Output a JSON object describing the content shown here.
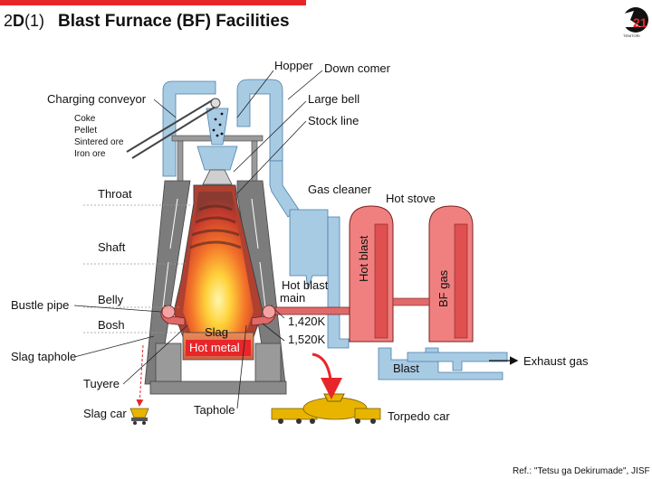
{
  "header": {
    "section_num": "2",
    "section_letter": "D",
    "section_sub": "(1)",
    "title": "Blast Furnace (BF) Facilities",
    "logo_text": "TENITORI",
    "logo_num": "21",
    "accent_color": "#e8262a"
  },
  "labels": {
    "hopper": "Hopper",
    "down_comer": "Down comer",
    "large_bell": "Large bell",
    "stock_line": "Stock line",
    "charging_conveyor": "Charging conveyor",
    "materials": [
      "Coke",
      "Pellet",
      "Sintered ore",
      "Iron ore"
    ],
    "throat": "Throat",
    "shaft": "Shaft",
    "belly": "Belly",
    "bosh": "Bosh",
    "bustle_pipe": "Bustle pipe",
    "slag_taphole": "Slag taphole",
    "tuyere": "Tuyere",
    "slag_car": "Slag car",
    "taphole": "Taphole",
    "torpedo_car": "Torpedo car",
    "gas_cleaner": "Gas cleaner",
    "hot_stove": "Hot stove",
    "hot_blast_main": "Hot blast\nmain",
    "temp1": "1,420K",
    "temp2": "1,520K",
    "hot_blast": "Hot blast",
    "bf_gas": "BF gas",
    "blast": "Blast",
    "exhaust_gas": "Exhaust gas",
    "slag": "Slag",
    "hot_metal": "Hot metal",
    "reference": "Ref.: \"Tetsu ga Dekirumade\", JISF"
  },
  "colors": {
    "gas_pipe": "#a8cbe4",
    "hot_pipe": "#e06a6a",
    "stove_fill": "#f08080",
    "furnace_frame": "#7c7c7c",
    "hot_metal": "#e8262a",
    "cars": "#e8b400"
  }
}
